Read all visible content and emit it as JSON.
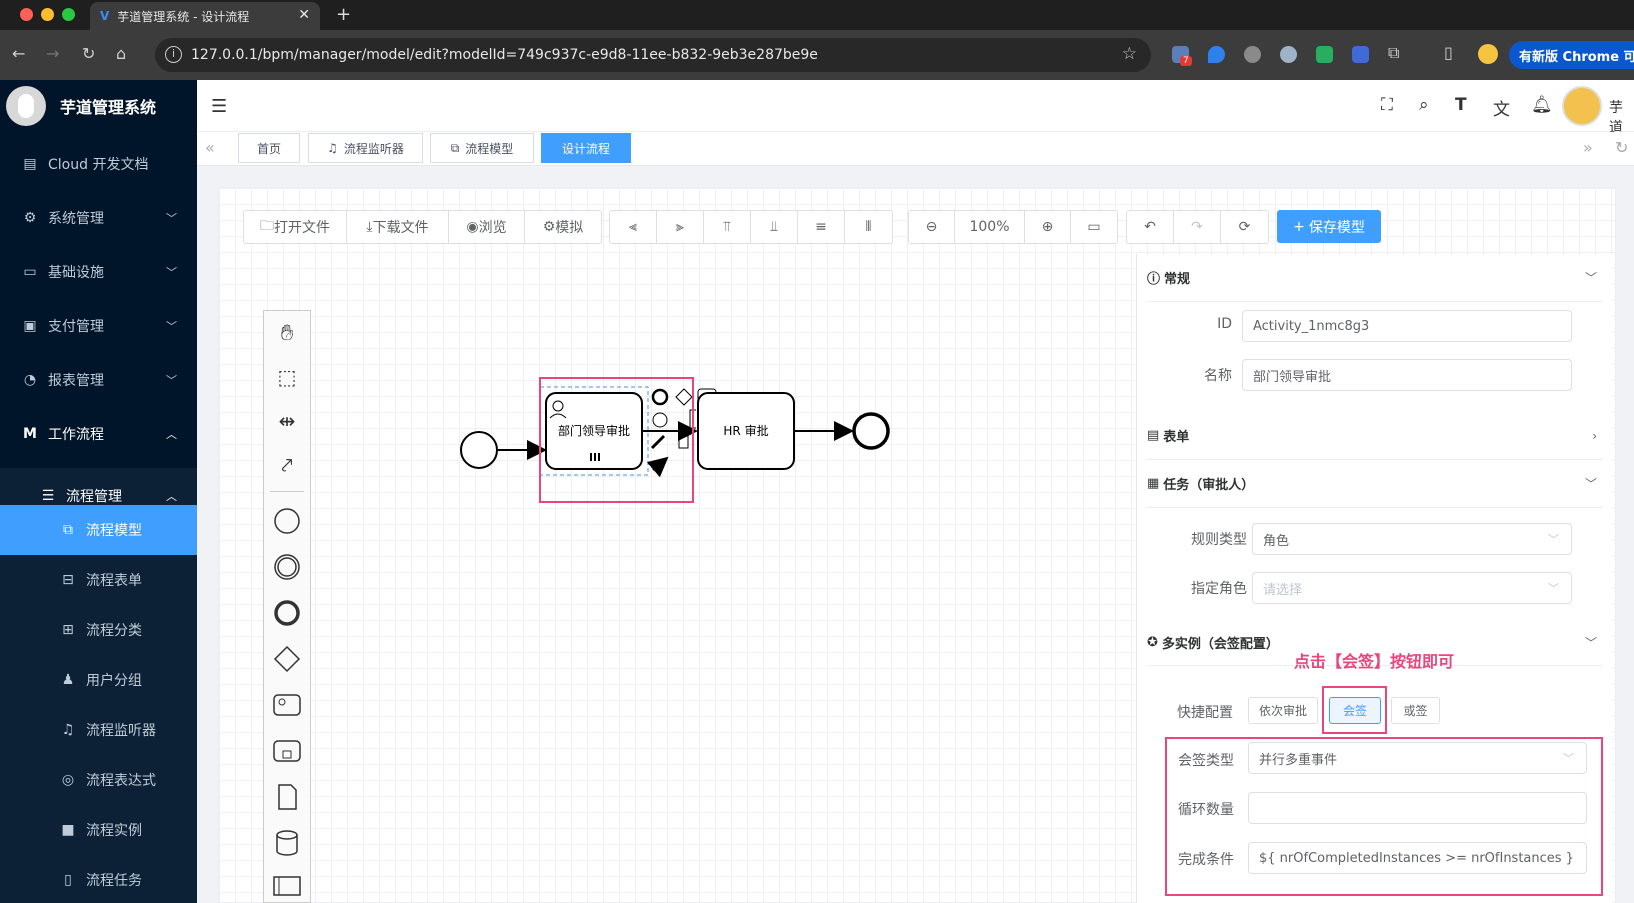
{
  "browser": {
    "tab_title": "芋道管理系统 - 设计流程",
    "tab_favicon": "V",
    "url": "127.0.0.1/bpm/manager/model/edit?modelId=749c937c-e9d8-11ee-b832-9eb3e287be9e",
    "update_label": "有新版 Chrome 可用",
    "ext_badge": "7"
  },
  "sidebar": {
    "app_name": "芋道管理系统",
    "items": [
      {
        "label": "Cloud 开发文档"
      },
      {
        "label": "系统管理"
      },
      {
        "label": "基础设施"
      },
      {
        "label": "支付管理"
      },
      {
        "label": "报表管理"
      },
      {
        "label": "工作流程"
      }
    ],
    "group_label": "流程管理",
    "sub_items": [
      {
        "label": "流程模型"
      },
      {
        "label": "流程表单"
      },
      {
        "label": "流程分类"
      },
      {
        "label": "用户分组"
      },
      {
        "label": "流程监听器"
      },
      {
        "label": "流程表达式"
      },
      {
        "label": "流程实例"
      },
      {
        "label": "流程任务"
      }
    ]
  },
  "header": {
    "user_name": "芋道"
  },
  "tags": [
    {
      "label": "首页"
    },
    {
      "label": "流程监听器"
    },
    {
      "label": "流程模型"
    },
    {
      "label": "设计流程"
    }
  ],
  "toolbar": {
    "open_file": "打开文件",
    "download_file": "下载文件",
    "preview": "浏览",
    "simulate": "模拟",
    "zoom": "100%",
    "save": "保存模型"
  },
  "diagram": {
    "task1": "部门领导审批",
    "task2": "HR 审批"
  },
  "panel": {
    "general": {
      "title": "常规",
      "id_label": "ID",
      "id_value": "Activity_1nmc8g3",
      "name_label": "名称",
      "name_value": "部门领导审批"
    },
    "form_title": "表单",
    "task": {
      "title": "任务（审批人）",
      "rule_label": "规则类型",
      "rule_value": "角色",
      "role_label": "指定角色",
      "role_placeholder": "请选择"
    },
    "multi": {
      "title": "多实例（会签配置）",
      "hint": "点击【会签】按钮即可",
      "quick_label": "快捷配置",
      "btn_sequential": "依次审批",
      "btn_countersign": "会签",
      "btn_or": "或签",
      "type_label": "会签类型",
      "type_value": "并行多重事件",
      "loop_label": "循环数量",
      "loop_value": "",
      "cond_label": "完成条件",
      "cond_value": "${ nrOfCompletedInstances >= nrOfInstances }"
    }
  },
  "colors": {
    "accent": "#409eff",
    "sidebar_bg": "#001529",
    "annotation": "#e8467c"
  }
}
